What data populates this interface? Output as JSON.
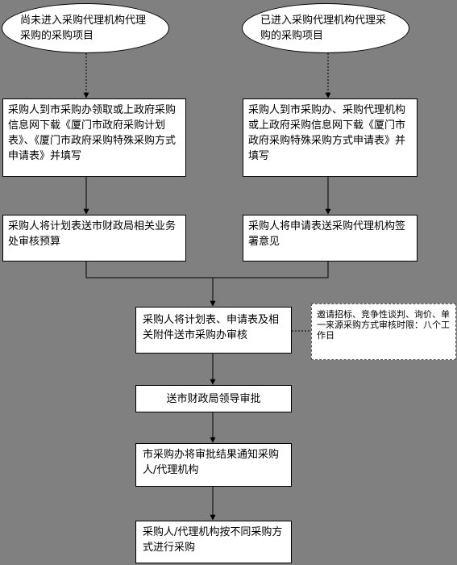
{
  "colors": {
    "background": "#808080",
    "box_fill": "#ffffff",
    "border": "#000000"
  },
  "left_column": {
    "start": "尚未进入采购代理机构代理采购的采购项目",
    "step1": "采购人到市采购办领取或上政府采购信息网下载《厦门市政府采购计划表》、《厦门市政府采购特殊采购方式申请表》并填写",
    "step2": "采购人将计划表送市财政局相关业务处审核预算"
  },
  "right_column": {
    "start": "已进入采购代理机构代理采购的采购项目",
    "step1": "采购人到市采购办、采购代理机构或上政府采购信息网下载《厦门市政府采购特殊采购方式申请表》并填写",
    "step2": "采购人将申请表送采购代理机构签署意见"
  },
  "main_flow": {
    "step3": "采购人将计划表、申请表及相关附件送市采购办审核",
    "step4": "送市财政局领导审批",
    "step5": "市采购办将审批结果通知采购人/代理机构",
    "step6": "采购人/代理机构按不同采购方式进行采购"
  },
  "note": "邀请招标、竞争性谈判、询价、单一来源采购方式审核时限：八个工作日"
}
